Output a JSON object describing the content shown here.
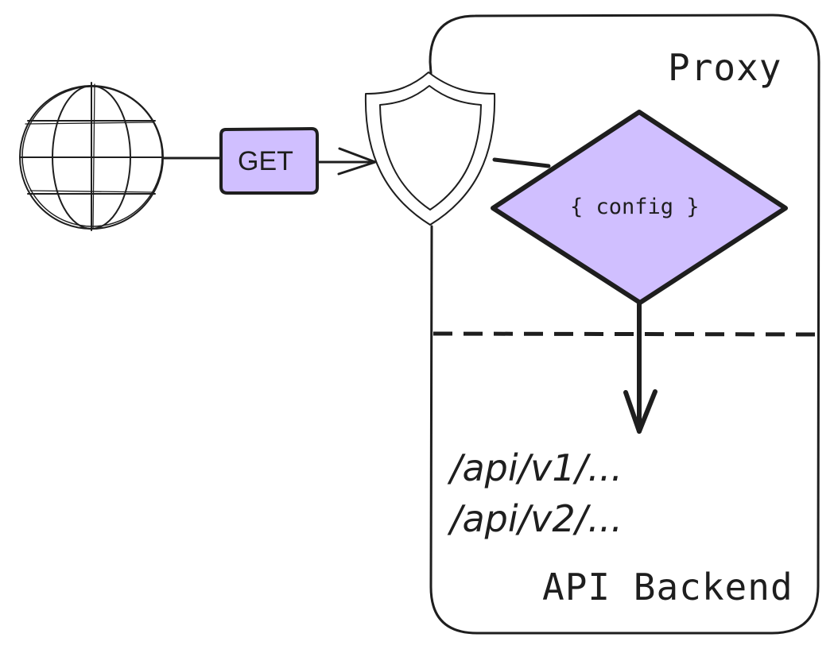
{
  "proxy": {
    "label": "Proxy"
  },
  "request": {
    "method": "GET"
  },
  "config_node": {
    "label": "{ config }"
  },
  "backend": {
    "label": "API Backend",
    "routes": [
      "/api/v1/...",
      "/api/v2/..."
    ]
  },
  "colors": {
    "stroke": "#1e1e1e",
    "accent_fill": "#d0bfff",
    "background": "#ffffff"
  },
  "icons": {
    "client": "globe-icon",
    "gateway": "shield-icon"
  }
}
